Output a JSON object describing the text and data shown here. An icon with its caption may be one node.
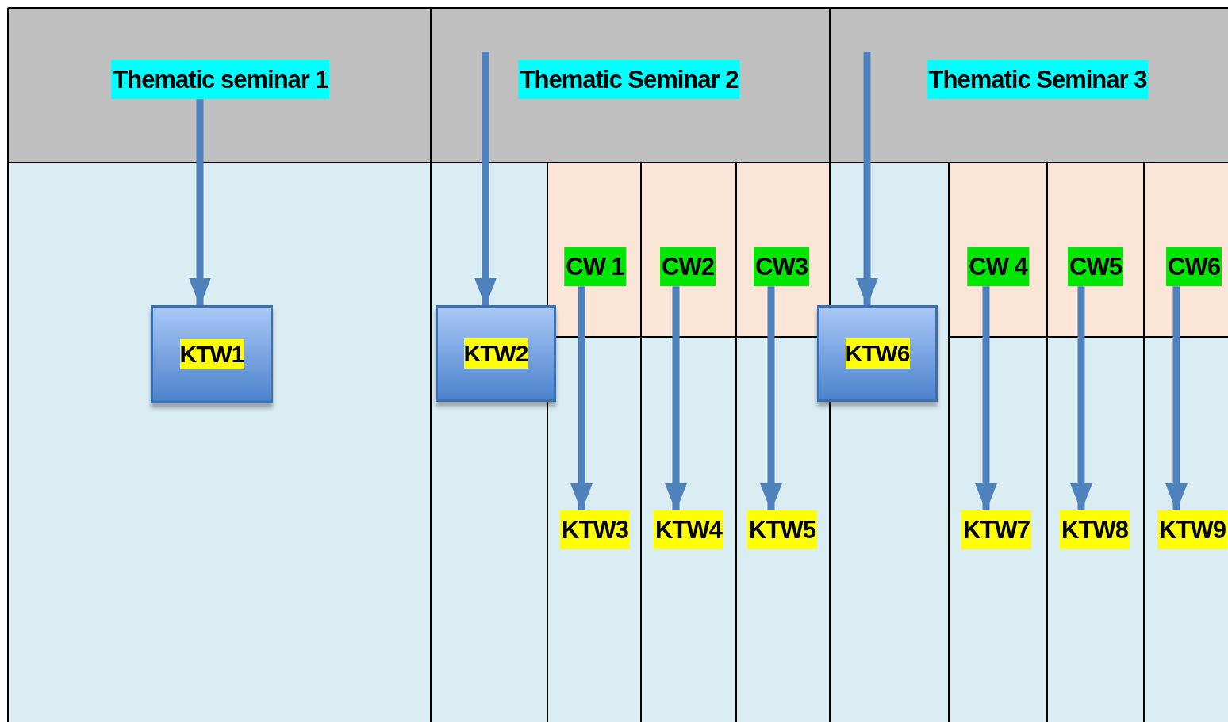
{
  "diagram": {
    "nodes": [
      {
        "text": [
          "Thematic seminar 1"
        ]
      },
      {
        "text": [
          "Thematic Seminar 2"
        ]
      },
      {
        "text": [
          "Thematic Seminar 3"
        ]
      },
      {
        "text": [
          "KTW1"
        ]
      },
      {
        "text": [
          "KTW2"
        ]
      },
      {
        "text": [
          "KTW6"
        ]
      },
      {
        "text": [
          "CW 1"
        ]
      },
      {
        "text": [
          "CW2"
        ]
      },
      {
        "text": [
          "CW3"
        ]
      },
      {
        "text": [
          "CW 4"
        ]
      },
      {
        "text": [
          "CW5"
        ]
      },
      {
        "text": [
          "CW6"
        ]
      },
      {
        "text": [
          "KTW3"
        ]
      },
      {
        "text": [
          "KTW4"
        ]
      },
      {
        "text": [
          "KTW5"
        ]
      },
      {
        "text": [
          "KTW7"
        ]
      },
      {
        "text": [
          "KTW8"
        ]
      },
      {
        "text": [
          "KTW9"
        ]
      }
    ],
    "edges": [
      {
        "from": 0,
        "to": 3,
        "arrow": "to"
      },
      {
        "from": null,
        "to": 4,
        "arrow": "to"
      },
      {
        "from": null,
        "to": 5,
        "arrow": "to"
      },
      {
        "from": 6,
        "to": 12,
        "arrow": "to"
      },
      {
        "from": 7,
        "to": 13,
        "arrow": "to"
      },
      {
        "from": 8,
        "to": 14,
        "arrow": "to"
      },
      {
        "from": 9,
        "to": 15,
        "arrow": "to"
      },
      {
        "from": 10,
        "to": 16,
        "arrow": "to"
      },
      {
        "from": 11,
        "to": 17,
        "arrow": "to"
      }
    ]
  }
}
